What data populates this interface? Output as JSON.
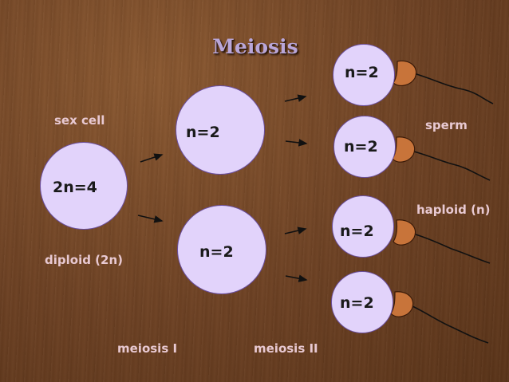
{
  "title": "Meiosis",
  "labels": {
    "sex_cell": "sex cell",
    "diploid": "diploid (2n)",
    "meiosis_1": "meiosis I",
    "meiosis_2": "meiosis II",
    "sperm": "sperm",
    "haploid": "haploid (n)"
  },
  "cells": {
    "parent": "2n=4",
    "daughter_top": "n=2",
    "daughter_bottom": "n=2",
    "sperm_1": "n=2",
    "sperm_2": "n=2",
    "sperm_3": "n=2",
    "sperm_4": "n=2"
  },
  "colors": {
    "cell_fill": "#e2d3fb",
    "sperm_head": "#c8743a",
    "label_text": "#e8c9d2",
    "title_text": "#b9a6d8"
  }
}
